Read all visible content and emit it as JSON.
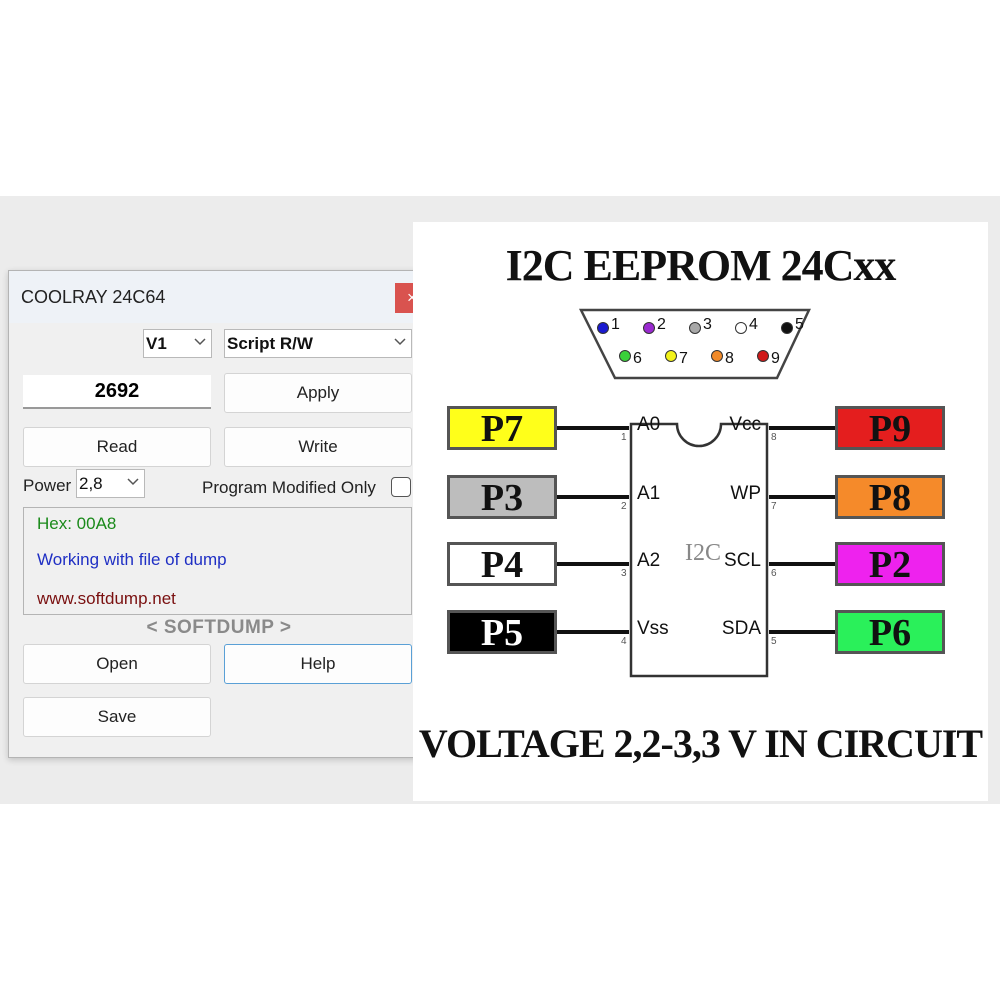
{
  "window": {
    "title": "COOLRAY 24C64",
    "close_glyph": "×",
    "version_select": "V1",
    "mode_select": "Script R/W",
    "code_value": "2692",
    "apply_label": "Apply",
    "read_label": "Read",
    "write_label": "Write",
    "power_label": "Power",
    "power_value": "2,8",
    "program_modified_label": "Program Modified Only",
    "program_modified_checked": false,
    "hex_text": "Hex: 00A8",
    "status_text": "Working with file of dump",
    "website_text": "www.softdump.net",
    "brand_text": "< SOFTDUMP >",
    "open_label": "Open",
    "help_label": "Help",
    "save_label": "Save",
    "colors": {
      "hex": "#1a8a1a",
      "status": "#1f2fc4",
      "website": "#7a1010",
      "close_bg": "#d9534f"
    }
  },
  "diagram": {
    "title": "I2C EEPROM 24Cxx",
    "footer": "VOLTAGE 2,2-3,3 V IN CIRCUIT",
    "chip_label": "I2C",
    "dsub_pins_top": [
      {
        "num": "1",
        "color": "#1a1ad0"
      },
      {
        "num": "2",
        "color": "#9a2ad0"
      },
      {
        "num": "3",
        "color": "#a8a8a8"
      },
      {
        "num": "4",
        "color": "#ffffff"
      },
      {
        "num": "5",
        "color": "#111111"
      }
    ],
    "dsub_pins_bottom": [
      {
        "num": "6",
        "color": "#3ad03a"
      },
      {
        "num": "7",
        "color": "#f2f21a"
      },
      {
        "num": "8",
        "color": "#f08a2a"
      },
      {
        "num": "9",
        "color": "#d01a1a"
      }
    ],
    "left_pins": [
      {
        "box": "P7",
        "box_color": "#ffff1a",
        "text_color": "#111",
        "chip_pin": "A0",
        "num": "1"
      },
      {
        "box": "P3",
        "box_color": "#bdbdbd",
        "text_color": "#111",
        "chip_pin": "A1",
        "num": "2"
      },
      {
        "box": "P4",
        "box_color": "#ffffff",
        "text_color": "#111",
        "chip_pin": "A2",
        "num": "3"
      },
      {
        "box": "P5",
        "box_color": "#000000",
        "text_color": "#fff",
        "chip_pin": "Vss",
        "num": "4"
      }
    ],
    "right_pins": [
      {
        "box": "P9",
        "box_color": "#e41e1e",
        "text_color": "#111",
        "chip_pin": "Vcc",
        "num": "8"
      },
      {
        "box": "P8",
        "box_color": "#f58a2a",
        "text_color": "#111",
        "chip_pin": "WP",
        "num": "7"
      },
      {
        "box": "P2",
        "box_color": "#ee22ee",
        "text_color": "#111",
        "chip_pin": "SCL",
        "num": "6"
      },
      {
        "box": "P6",
        "box_color": "#2af05a",
        "text_color": "#111",
        "chip_pin": "SDA",
        "num": "5"
      }
    ]
  }
}
